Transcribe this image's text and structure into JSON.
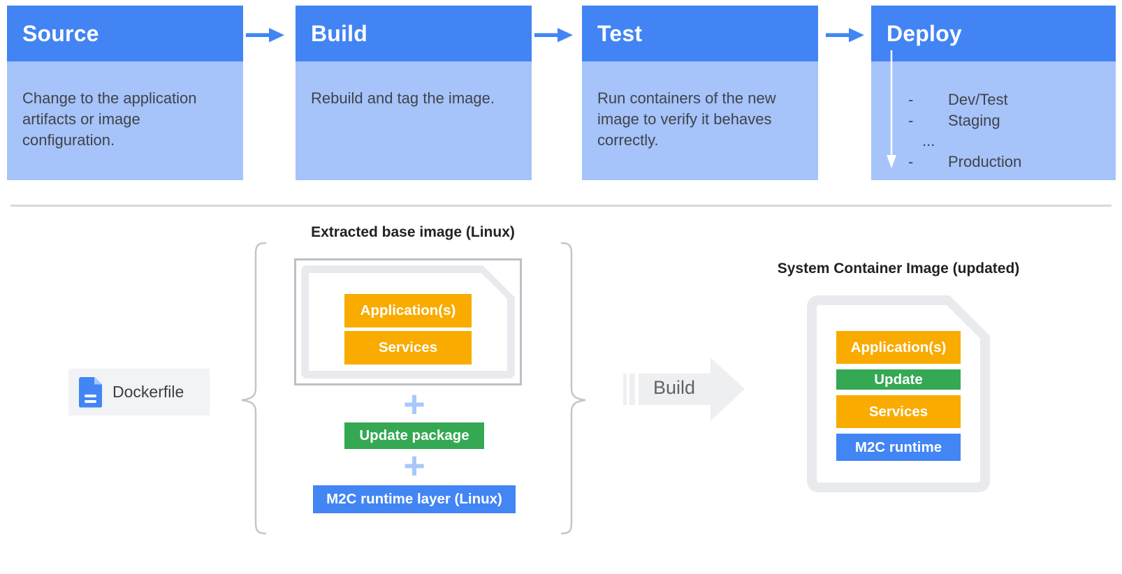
{
  "pipeline": {
    "stages": [
      {
        "title": "Source",
        "description": "Change to the application artifacts or image configuration."
      },
      {
        "title": "Build",
        "description": "Rebuild and tag the image."
      },
      {
        "title": "Test",
        "description": "Run containers of the new image to verify it behaves correctly."
      },
      {
        "title": "Deploy",
        "items": [
          {
            "bullet": "-",
            "label": "Dev/Test"
          },
          {
            "bullet": "-",
            "label": "Staging"
          },
          {
            "bullet": "",
            "label": "..."
          },
          {
            "bullet": "-",
            "label": "Production"
          }
        ]
      }
    ],
    "colors": {
      "header_bg": "#4284F3",
      "body_bg": "#A6C3FA",
      "arrow": "#4285F4"
    }
  },
  "flow": {
    "dockerfile_label": "Dockerfile",
    "extracted_base_image": {
      "title": "Extracted base image (Linux)",
      "layers": [
        {
          "label": "Application(s)",
          "color": "#F9AB00"
        },
        {
          "label": "Services",
          "color": "#F9AB00"
        }
      ]
    },
    "plus": "+",
    "update_package": {
      "label": "Update package",
      "color": "#34A853"
    },
    "runtime_layer": {
      "label": "M2C runtime layer (Linux)",
      "color": "#4285F4"
    },
    "build_label": "Build",
    "system_container_image": {
      "title": "System Container Image (updated)",
      "layers": [
        {
          "label": "Application(s)",
          "color": "#F9AB00"
        },
        {
          "label": "Update",
          "color": "#34A853"
        },
        {
          "label": "Services",
          "color": "#F9AB00"
        },
        {
          "label": "M2C runtime",
          "color": "#4285F4"
        }
      ]
    },
    "colors": {
      "plus": "#A9C7FA",
      "brace": "#C2C6CB",
      "build_arrow_fill": "#EEEFF1",
      "build_text": "#5F6368",
      "divider": "#D6D9DD"
    }
  }
}
